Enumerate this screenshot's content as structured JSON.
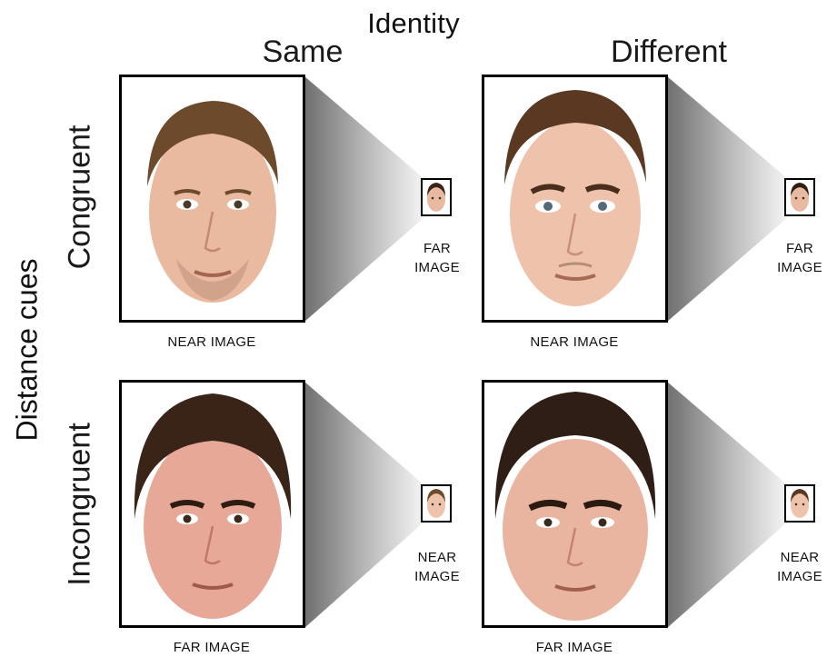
{
  "title": "Identity",
  "columns": {
    "same": "Same",
    "different": "Different"
  },
  "y_axis": "Distance cues",
  "rows": {
    "congruent": "Congruent",
    "incongruent": "Incongruent"
  },
  "captions": {
    "r1c1_big": "NEAR IMAGE",
    "r1c1_small": "FAR\nIMAGE",
    "r1c2_big": "NEAR IMAGE",
    "r1c2_small": "FAR\nIMAGE",
    "r2c1_big": "FAR IMAGE",
    "r2c1_small": "NEAR\nIMAGE",
    "r2c2_big": "FAR IMAGE",
    "r2c2_small": "NEAR\nIMAGE"
  },
  "colors": {
    "frame": "#000000",
    "cone_light": "#f2f2f2",
    "cone_dark": "#7a7a7a"
  }
}
